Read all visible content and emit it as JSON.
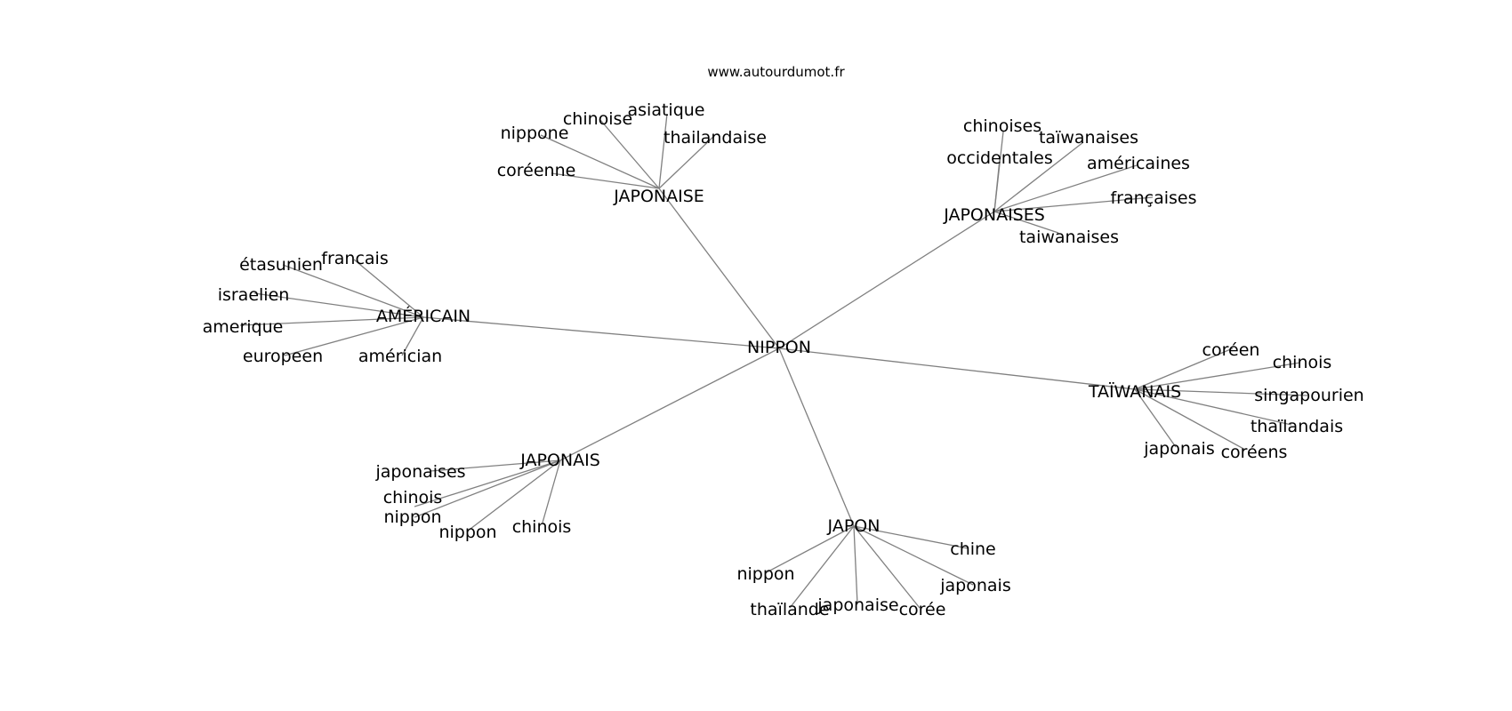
{
  "source_label": "www.autourdumot.fr",
  "center": {
    "label": "NIPPON"
  },
  "clusters": [
    {
      "hub": "JAPONAISE",
      "words": [
        "coréenne",
        "nippone",
        "chinoise",
        "asiatique",
        "thailandaise"
      ]
    },
    {
      "hub": "JAPONAISES",
      "words": [
        "chinoises",
        "occidentales",
        "taïwanaises",
        "américaines",
        "françaises",
        "taiwanaises"
      ]
    },
    {
      "hub": "AMÉRICAIN",
      "words": [
        "étasunien",
        "francais",
        "israelien",
        "amerique",
        "europeen",
        "américian"
      ]
    },
    {
      "hub": "TAÏWANAIS",
      "words": [
        "coréen",
        "chinois",
        "singapourien",
        "thaïlandais",
        "coréens",
        "japonais"
      ]
    },
    {
      "hub": "JAPONAIS",
      "words": [
        "japonaises",
        "chinois",
        "nippon",
        "nippon",
        "chinois"
      ]
    },
    {
      "hub": "JAPON",
      "words": [
        "chine",
        "japonais",
        "corée",
        "japonaise",
        "thaïlande",
        "nippon"
      ]
    }
  ]
}
